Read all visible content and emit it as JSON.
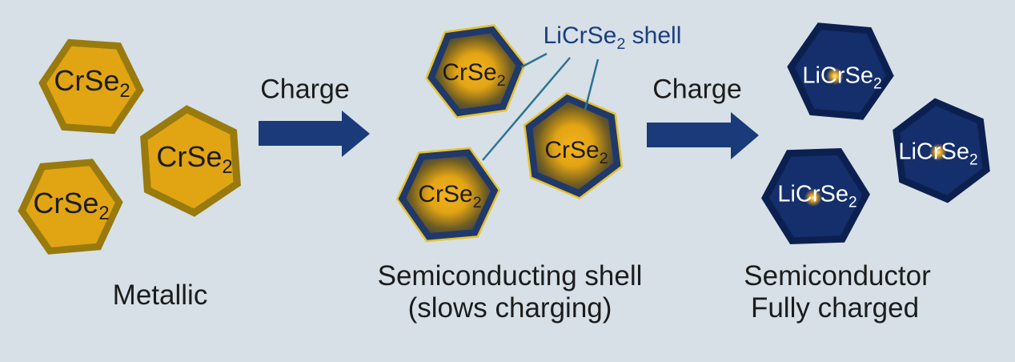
{
  "colors": {
    "background": "#d6e0e6",
    "gold_face": "#e1a513",
    "gold_bevel": "#997a0e",
    "shell_navy": "#20396a",
    "shell_outline_yellow": "#e6c22e",
    "core_gold": "#f2b01c",
    "navy_face": "#142f6b",
    "navy_bevel": "#0c2050",
    "arrow_navy": "#1a3a7a",
    "annotation_navy": "#1c3e80",
    "pointer_teal": "#2d7291",
    "text_black": "#1c1c1c",
    "particle_text_white": "#ffffff"
  },
  "stages": {
    "metallic": {
      "caption": "Metallic",
      "particles": [
        {
          "base": "CrSe",
          "sub": "2"
        },
        {
          "base": "CrSe",
          "sub": "2"
        },
        {
          "base": "CrSe",
          "sub": "2"
        }
      ]
    },
    "shell": {
      "caption_line1": "Semiconducting shell",
      "caption_line2": "(slows charging)",
      "annotation": {
        "base": "LiCrSe",
        "sub": "2",
        "suffix": " shell"
      },
      "particles": [
        {
          "base": "CrSe",
          "sub": "2"
        },
        {
          "base": "CrSe",
          "sub": "2"
        },
        {
          "base": "CrSe",
          "sub": "2"
        }
      ]
    },
    "charged": {
      "caption_line1": "Semiconductor",
      "caption_line2": "Fully charged",
      "particles": [
        {
          "base": "LiCrSe",
          "sub": "2"
        },
        {
          "base": "LiCrSe",
          "sub": "2"
        },
        {
          "base": "LiCrSe",
          "sub": "2"
        }
      ]
    }
  },
  "arrows": [
    {
      "label": "Charge"
    },
    {
      "label": "Charge"
    }
  ]
}
